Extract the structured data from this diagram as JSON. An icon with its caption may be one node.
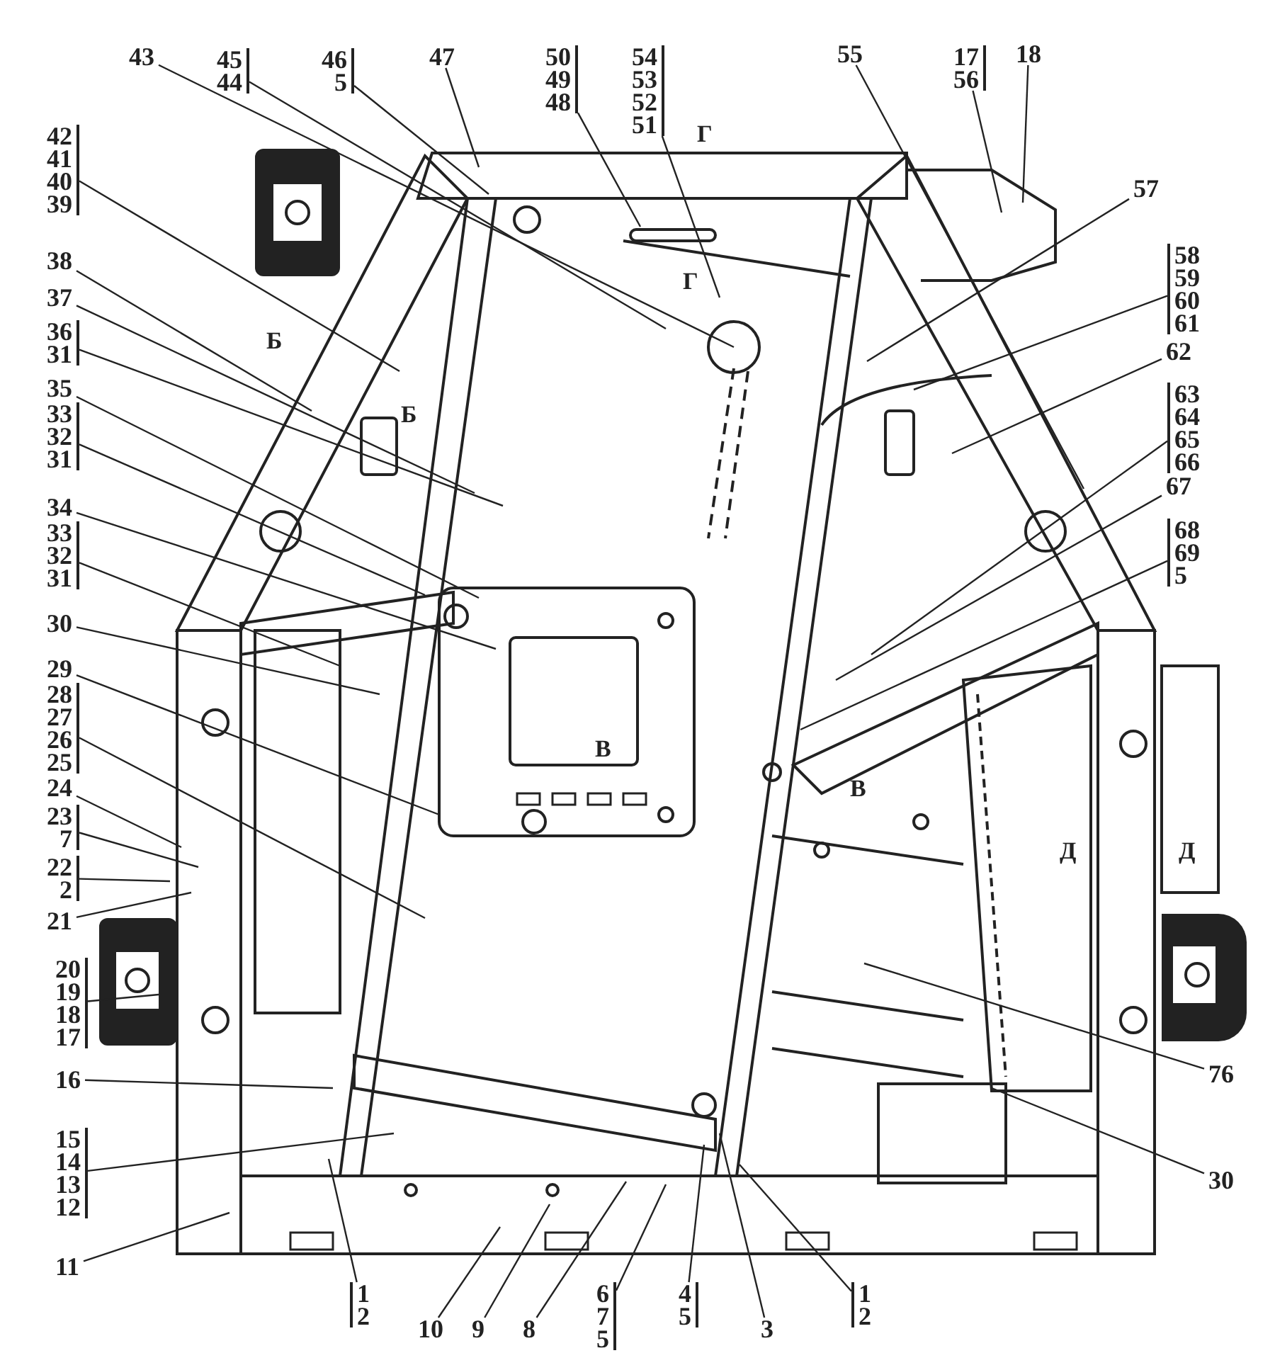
{
  "diagram": {
    "nodes": [
      {
        "text": [
          "43"
        ]
      },
      {
        "text": [
          "45",
          "44"
        ]
      },
      {
        "text": [
          "46",
          "5"
        ]
      },
      {
        "text": [
          "47"
        ]
      },
      {
        "text": [
          "50",
          "49",
          "48"
        ]
      },
      {
        "text": [
          "54",
          "53",
          "52",
          "51"
        ]
      },
      {
        "text": [
          "55"
        ]
      },
      {
        "text": [
          "17",
          "56"
        ]
      },
      {
        "text": [
          "18"
        ]
      },
      {
        "text": [
          "57"
        ]
      },
      {
        "text": [
          "58",
          "59",
          "60",
          "61"
        ]
      },
      {
        "text": [
          "62"
        ]
      },
      {
        "text": [
          "63",
          "64",
          "65",
          "66"
        ]
      },
      {
        "text": [
          "67"
        ]
      },
      {
        "text": [
          "68",
          "69",
          "5"
        ]
      },
      {
        "text": [
          "76"
        ]
      },
      {
        "text": [
          "30"
        ]
      },
      {
        "text": [
          "1",
          "2"
        ]
      },
      {
        "text": [
          "3"
        ]
      },
      {
        "text": [
          "4",
          "5"
        ]
      },
      {
        "text": [
          "6",
          "7",
          "5"
        ]
      },
      {
        "text": [
          "8"
        ]
      },
      {
        "text": [
          "9"
        ]
      },
      {
        "text": [
          "10"
        ]
      },
      {
        "text": [
          "1",
          "2"
        ]
      },
      {
        "text": [
          "11"
        ]
      },
      {
        "text": [
          "15",
          "14",
          "13",
          "12"
        ]
      },
      {
        "text": [
          "16"
        ]
      },
      {
        "text": [
          "20",
          "19",
          "18",
          "17"
        ]
      },
      {
        "text": [
          "21"
        ]
      },
      {
        "text": [
          "22",
          "2"
        ]
      },
      {
        "text": [
          "23",
          "7"
        ]
      },
      {
        "text": [
          "24"
        ]
      },
      {
        "text": [
          "28",
          "27",
          "26",
          "25"
        ]
      },
      {
        "text": [
          "29"
        ]
      },
      {
        "text": [
          "30"
        ]
      },
      {
        "text": [
          "33",
          "32",
          "31"
        ]
      },
      {
        "text": [
          "34"
        ]
      },
      {
        "text": [
          "33",
          "32",
          "31"
        ]
      },
      {
        "text": [
          "35"
        ]
      },
      {
        "text": [
          "36",
          "31"
        ]
      },
      {
        "text": [
          "37"
        ]
      },
      {
        "text": [
          "38"
        ]
      },
      {
        "text": [
          "42",
          "41",
          "40",
          "39"
        ]
      }
    ],
    "edges": [
      {
        "from": 0,
        "to": null,
        "arrow": "none"
      },
      {
        "from": 1,
        "to": null,
        "arrow": "none"
      },
      {
        "from": 2,
        "to": null,
        "arrow": "none"
      },
      {
        "from": 3,
        "to": null,
        "arrow": "none"
      },
      {
        "from": 4,
        "to": null,
        "arrow": "none"
      },
      {
        "from": 5,
        "to": null,
        "arrow": "none"
      },
      {
        "from": 6,
        "to": null,
        "arrow": "none"
      },
      {
        "from": 7,
        "to": null,
        "arrow": "none"
      },
      {
        "from": 8,
        "to": null,
        "arrow": "none"
      },
      {
        "from": 9,
        "to": null,
        "arrow": "none"
      },
      {
        "from": 10,
        "to": null,
        "arrow": "none"
      },
      {
        "from": 11,
        "to": null,
        "arrow": "none"
      },
      {
        "from": 12,
        "to": null,
        "arrow": "none"
      },
      {
        "from": 13,
        "to": null,
        "arrow": "none"
      },
      {
        "from": 14,
        "to": null,
        "arrow": "none"
      },
      {
        "from": 15,
        "to": null,
        "arrow": "none"
      },
      {
        "from": 16,
        "to": null,
        "arrow": "none"
      },
      {
        "from": 17,
        "to": null,
        "arrow": "none"
      },
      {
        "from": 18,
        "to": null,
        "arrow": "none"
      },
      {
        "from": 19,
        "to": null,
        "arrow": "none"
      },
      {
        "from": 20,
        "to": null,
        "arrow": "none"
      },
      {
        "from": 21,
        "to": null,
        "arrow": "none"
      },
      {
        "from": 22,
        "to": null,
        "arrow": "none"
      },
      {
        "from": 23,
        "to": null,
        "arrow": "none"
      },
      {
        "from": 24,
        "to": null,
        "arrow": "none"
      },
      {
        "from": 25,
        "to": null,
        "arrow": "none"
      },
      {
        "from": 26,
        "to": null,
        "arrow": "none"
      },
      {
        "from": 27,
        "to": null,
        "arrow": "none"
      },
      {
        "from": 28,
        "to": null,
        "arrow": "none"
      },
      {
        "from": 29,
        "to": null,
        "arrow": "none"
      },
      {
        "from": 30,
        "to": null,
        "arrow": "none"
      },
      {
        "from": 31,
        "to": null,
        "arrow": "none"
      },
      {
        "from": 32,
        "to": null,
        "arrow": "none"
      },
      {
        "from": 33,
        "to": null,
        "arrow": "none"
      },
      {
        "from": 34,
        "to": null,
        "arrow": "none"
      },
      {
        "from": 35,
        "to": null,
        "arrow": "none"
      },
      {
        "from": 36,
        "to": null,
        "arrow": "none"
      },
      {
        "from": 37,
        "to": null,
        "arrow": "none"
      },
      {
        "from": 38,
        "to": null,
        "arrow": "none"
      },
      {
        "from": 39,
        "to": null,
        "arrow": "none"
      },
      {
        "from": 40,
        "to": null,
        "arrow": "none"
      },
      {
        "from": 41,
        "to": null,
        "arrow": "none"
      },
      {
        "from": 42,
        "to": null,
        "arrow": "none"
      },
      {
        "from": 43,
        "to": null,
        "arrow": "none"
      }
    ],
    "labels": [
      "Г",
      "Г",
      "Б",
      "Б",
      "В",
      "В",
      "Д",
      "Д"
    ]
  }
}
